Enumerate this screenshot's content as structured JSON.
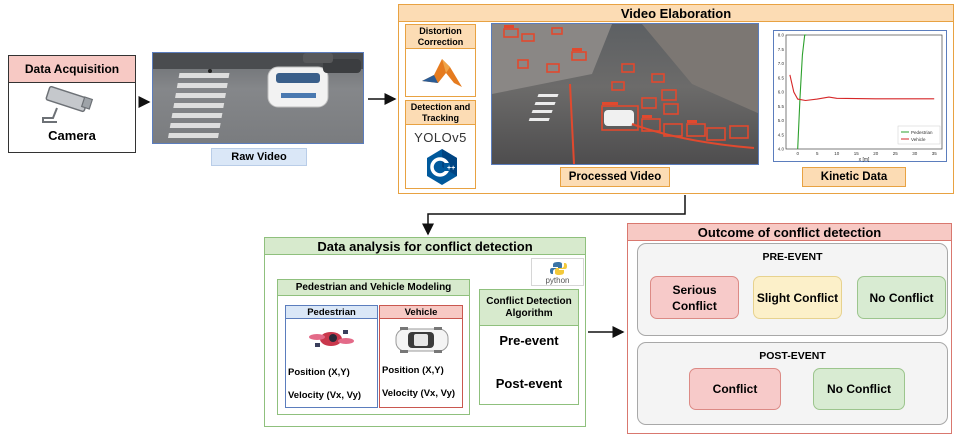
{
  "acquisition": {
    "title": "Data Acquisition",
    "device_label": "Camera"
  },
  "raw_video": {
    "label": "Raw Video"
  },
  "elaboration": {
    "title": "Video Elaboration",
    "distortion_title": "Distortion Correction",
    "detection_title": "Detection and Tracking",
    "yolo_text": "YOLOv5",
    "processed_label": "Processed Video",
    "kinetic_label": "Kinetic Data"
  },
  "kinetic_chart": {
    "y_ticks": [
      "8.0",
      "7.5",
      "7.0",
      "6.5",
      "6.0",
      "5.5",
      "5.0",
      "4.5",
      "4.0"
    ],
    "x_ticks": [
      "0",
      "5",
      "10",
      "15",
      "20",
      "25",
      "30",
      "35"
    ],
    "xlabel": "x [m]",
    "legend": [
      "Pedestrian",
      "Vehicle"
    ],
    "colors": {
      "pedestrian": "#2ca02c",
      "vehicle": "#d62728"
    }
  },
  "chart_data": {
    "type": "line",
    "xlabel": "x [m]",
    "ylabel": "",
    "xlim": [
      -3,
      37
    ],
    "ylim": [
      4.0,
      8.0
    ],
    "series": [
      {
        "name": "Pedestrian",
        "x": [
          0.0,
          0.6,
          1.2,
          1.8,
          2.2
        ],
        "y": [
          4.0,
          5.8,
          7.3,
          8.0,
          8.0
        ]
      },
      {
        "name": "Vehicle",
        "x": [
          -2.0,
          -1.0,
          0.0,
          2.0,
          5.0,
          8.0,
          10.0,
          15.0,
          20.0,
          25.0,
          30.0,
          35.0
        ],
        "y": [
          6.6,
          6.0,
          5.75,
          5.7,
          5.75,
          5.82,
          5.78,
          5.77,
          5.76,
          5.76,
          5.76,
          5.76
        ]
      }
    ],
    "legend_position": "bottom-right"
  },
  "analysis": {
    "title": "Data analysis for conflict detection",
    "modeling_title": "Pedestrian and Vehicle Modeling",
    "pedestrian": {
      "title": "Pedestrian",
      "position": "Position (X,Y)",
      "velocity": "Velocity (Vx, Vy)"
    },
    "vehicle": {
      "title": "Vehicle",
      "position": "Position (X,Y)",
      "velocity": "Velocity (Vx, Vy)"
    },
    "algorithm_title": "Conflict Detection Algorithm",
    "pre_event": "Pre-event",
    "post_event": "Post-event",
    "python_text": "python"
  },
  "outcome": {
    "title": "Outcome of conflict detection",
    "pre_event_title": "PRE-EVENT",
    "serious": "Serious Conflict",
    "slight": "Slight Conflict",
    "no_conflict_pre": "No Conflict",
    "post_event_title": "POST-EVENT",
    "conflict": "Conflict",
    "no_conflict_post": "No Conflict"
  }
}
